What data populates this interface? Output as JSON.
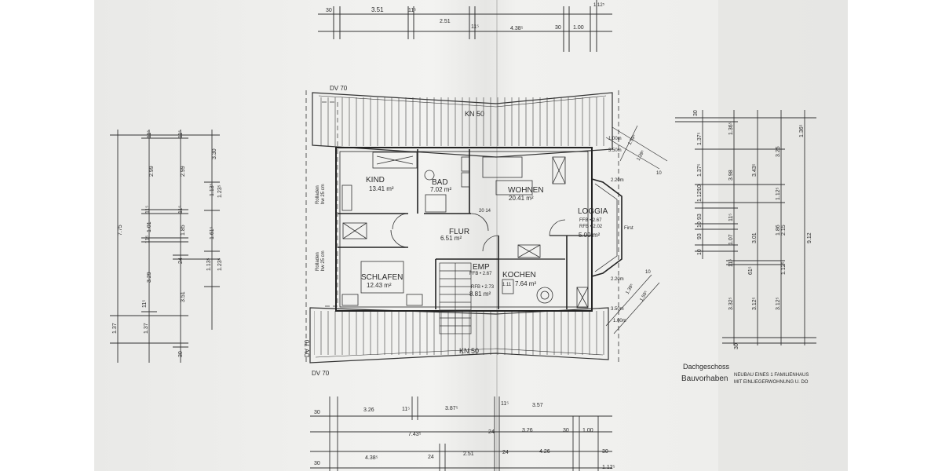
{
  "title_block": {
    "floor_name": "Dachgeschoss",
    "project_label": "Bauvorhaben",
    "project_desc_line1": "NEUBAU EINES 1 FAMILIENHAUS",
    "project_desc_line2": "MIT EINLIEGERWOHNUNG U. DO"
  },
  "roof_labels": {
    "dv_top": "DV 70",
    "kn_top": "KN 50",
    "kn_bottom": "KN 50",
    "dv_bottom": "DV 70",
    "dv_left": "DV 70"
  },
  "rooms": [
    {
      "name": "KIND",
      "area": "13.41 m²"
    },
    {
      "name": "BAD",
      "area": "7.02 m²"
    },
    {
      "name": "WOHNEN",
      "area": "20.41 m²"
    },
    {
      "name": "LOGGIA",
      "area": "5.00 m²"
    },
    {
      "name": "FLUR",
      "area": "6.51 m²"
    },
    {
      "name": "SCHLAFEN",
      "area": "12.43 m²"
    },
    {
      "name": "EMP",
      "area": "8.81 m²"
    },
    {
      "name": "KOCHEN",
      "area": "7.64 m²"
    }
  ],
  "annotations": {
    "loggia_ffb": "FFB • 2.67",
    "loggia_rfb": "RFB • 2.02",
    "emp_ffb": "FFB • 2.67",
    "emp_rfb": "RFB • 2.73",
    "first": "First",
    "dim_20_14": "20 14",
    "dim_111": "1.11",
    "rolladen_1": "Rolladen",
    "rolladen_1b": "hw 25 cm",
    "rolladen_2": "Rolladen",
    "rolladen_2b": "hw 25 cm",
    "dim_100m_a": "1.00m",
    "dim_350m": "3.50m",
    "dim_220m_a": "2.20m",
    "dim_220m_b": "2.20m",
    "dim_350m_b": "3.50m",
    "dim_100m_b": "1.00m",
    "diag_159_a": "1.59⁵",
    "diag_139_a": "1.39⁵",
    "diag_139_b": "1.39⁵",
    "diag_159_b": "1.59⁵",
    "ten_a": "10",
    "ten_b": "10"
  },
  "top_dims": [
    "30",
    "3.51",
    "11⁵",
    "2.51",
    "11⁵",
    "4.38⁵",
    "30",
    "1.00",
    "1.12⁵"
  ],
  "bottom_dims_row1": [
    "30",
    "3.26",
    "11⁵",
    "3.87⁵",
    "11⁵",
    "3.57"
  ],
  "bottom_dims_row2": [
    "7.43⁵",
    "24",
    "3.26",
    "30",
    "1.00"
  ],
  "bottom_dims_row3": [
    "30",
    "4.38⁵",
    "24",
    "2.51",
    "24",
    "4.26",
    "30"
  ],
  "bottom_dims_row4": [
    "1.12⁵"
  ],
  "left_dims_col1": [
    "7.75",
    "1.37"
  ],
  "left_dims_col2": [
    "11⁵",
    "2.99",
    "11⁵",
    "1.01",
    "11⁵",
    "3.29",
    "11⁵",
    "1.37"
  ],
  "left_dims_col3": [
    "11⁵",
    "2.99",
    "11⁵",
    "1.85",
    "24",
    "3.51",
    "30"
  ],
  "left_dims_col4": [
    "3.30",
    "1.13⁵",
    "1.61⁵",
    "1.13⁵"
  ],
  "left_dims_col5": [
    "1.23⁵",
    "1.23⁵"
  ],
  "right_dims_col1": [
    "1.37⁵",
    "1.37⁵",
    "10",
    "1.12⁵",
    "93",
    "10",
    "93",
    "10"
  ],
  "right_dims_col2": [
    "1.36⁵",
    "3.98",
    "11⁵",
    "1.07",
    "11⁵",
    "3.32⁵",
    "30"
  ],
  "right_dims_col3": [
    "3.43⁵",
    "3.01",
    "61⁵",
    "3.12⁵"
  ],
  "right_dims_col4": [
    "3.25",
    "1.12⁵",
    "2.15",
    "1.86",
    "1.12⁵",
    "3.12⁵"
  ],
  "right_dims_col5": [
    "1.36⁵",
    "9.12"
  ],
  "right_dims_col0": [
    "30"
  ]
}
